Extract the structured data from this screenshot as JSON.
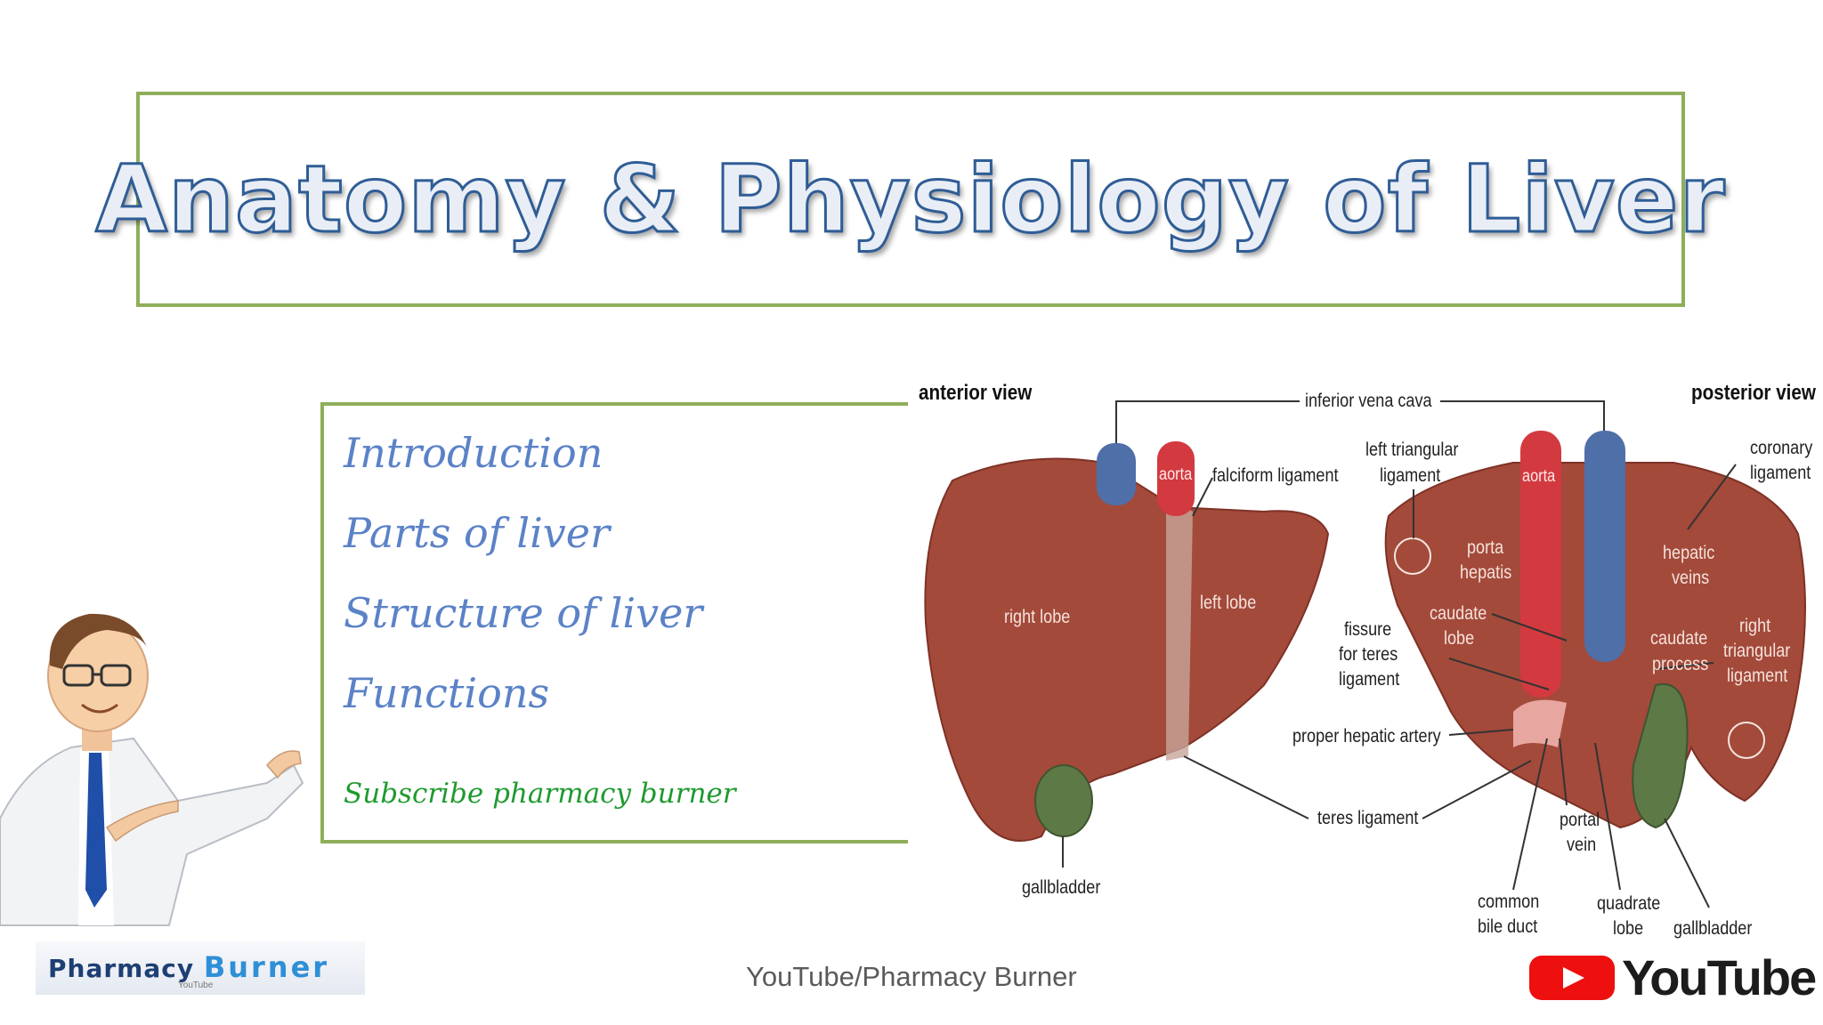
{
  "title": "Anatomy & Physiology of Liver",
  "topics": [
    "Introduction",
    "Parts of liver",
    "Structure of liver",
    "Functions"
  ],
  "subscribe": "Subscribe pharmacy burner",
  "footer": "YouTube/Pharmacy Burner",
  "brand_logo": {
    "part1": "Pharmacy",
    "part2": "Burner",
    "sub": "YouTube"
  },
  "youtube_logo": "YouTube",
  "diagram": {
    "anterior_view": "anterior view",
    "posterior_view": "posterior view",
    "labels": {
      "inferior_vena_cava": "inferior vena cava",
      "aorta_anterior": "aorta",
      "falciform_ligament": "falciform ligament",
      "right_lobe": "right lobe",
      "left_lobe": "left lobe",
      "gallbladder_anterior": "gallbladder",
      "left_triangular_1": "left triangular",
      "left_triangular_2": "ligament",
      "aorta_posterior": "aorta",
      "coronary_1": "coronary",
      "coronary_2": "ligament",
      "porta_1": "porta",
      "porta_2": "hepatis",
      "hepatic_veins_1": "hepatic",
      "hepatic_veins_2": "veins",
      "caudate_lobe_1": "caudate",
      "caudate_lobe_2": "lobe",
      "fissure_1": "fissure",
      "fissure_2": "for teres",
      "fissure_3": "ligament",
      "caudate_process_1": "caudate",
      "caudate_process_2": "process",
      "right_triangular_1": "right",
      "right_triangular_2": "triangular",
      "right_triangular_3": "ligament",
      "proper_hepatic_artery": "proper hepatic artery",
      "teres_ligament": "teres ligament",
      "portal_vein_1": "portal",
      "portal_vein_2": "vein",
      "common_bile_duct_1": "common",
      "common_bile_duct_2": "bile duct",
      "quadrate_lobe_1": "quadrate",
      "quadrate_lobe_2": "lobe",
      "gallbladder_posterior": "gallbladder"
    }
  },
  "colors": {
    "frame_green": "#8fae5a",
    "title_fill": "#e9eef6",
    "title_stroke": "#2f5d96",
    "topic_blue": "#5b82c7",
    "subscribe_green": "#1f9a2f",
    "liver_red": "#a34a3a",
    "aorta_red": "#d23a3f",
    "vena_cava_blue": "#4f6fa8",
    "gallbladder_green": "#5d7a46"
  }
}
